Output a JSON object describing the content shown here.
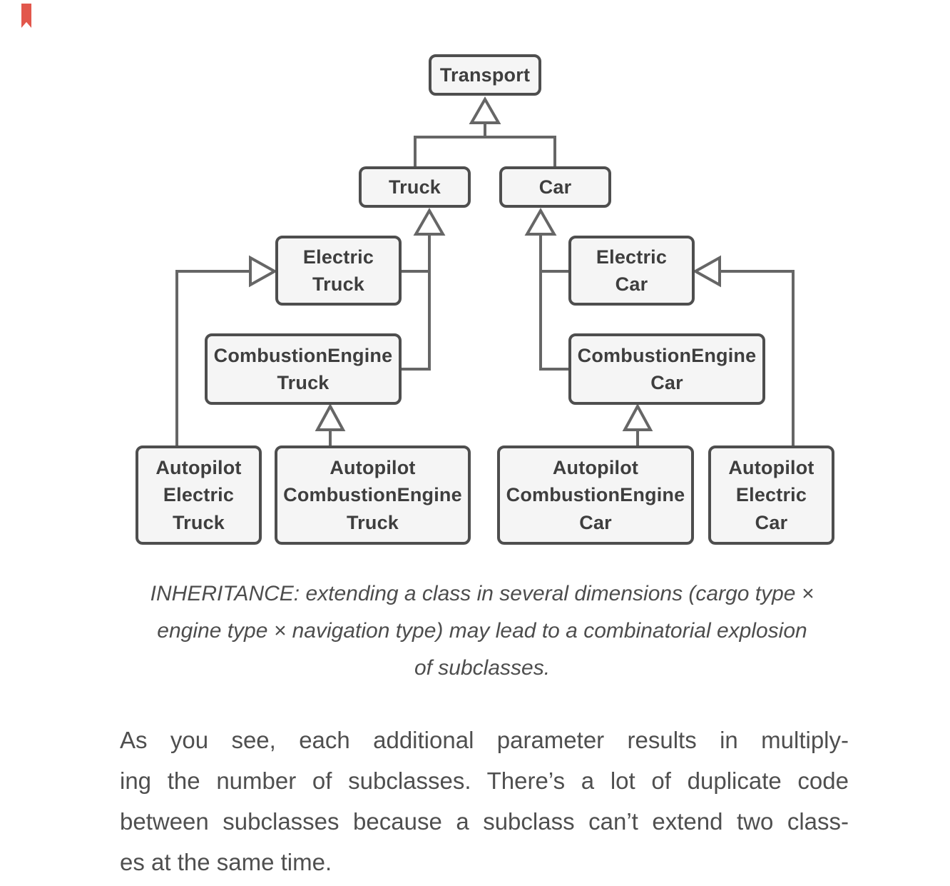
{
  "page": {
    "bookmark_icon": "bookmark-ribbon",
    "accent_color": "#e2574c",
    "background_color": "#ffffff"
  },
  "diagram": {
    "type": "uml-class-inheritance",
    "colors": {
      "box_fill": "#f5f5f5",
      "box_border": "#4e4e4e",
      "box_text": "#3e3e3e",
      "connector_line": "#666666"
    },
    "nodes": {
      "transport": {
        "label": "Transport"
      },
      "truck": {
        "label": "Truck"
      },
      "car": {
        "label": "Car"
      },
      "electric_truck": {
        "label": "Electric\nTruck"
      },
      "electric_car": {
        "label": "Electric\nCar"
      },
      "combustion_truck": {
        "label": "CombustionEngine\nTruck"
      },
      "combustion_car": {
        "label": "CombustionEngine\nCar"
      },
      "autopilot_electric_truck": {
        "label": "Autopilot\nElectric\nTruck"
      },
      "autopilot_combustion_truck": {
        "label": "Autopilot\nCombustionEngine\nTruck"
      },
      "autopilot_combustion_car": {
        "label": "Autopilot\nCombustionEngine\nCar"
      },
      "autopilot_electric_car": {
        "label": "Autopilot\nElectric\nCar"
      }
    },
    "edges": [
      {
        "from": "Truck",
        "to": "Transport",
        "type": "inheritance"
      },
      {
        "from": "Car",
        "to": "Transport",
        "type": "inheritance"
      },
      {
        "from": "Electric Truck",
        "to": "Truck",
        "type": "inheritance"
      },
      {
        "from": "CombustionEngine Truck",
        "to": "Truck",
        "type": "inheritance"
      },
      {
        "from": "Electric Car",
        "to": "Car",
        "type": "inheritance"
      },
      {
        "from": "CombustionEngine Car",
        "to": "Car",
        "type": "inheritance"
      },
      {
        "from": "Autopilot Electric Truck",
        "to": "Electric Truck",
        "type": "inheritance"
      },
      {
        "from": "Autopilot CombustionEngine Truck",
        "to": "CombustionEngine Truck",
        "type": "inheritance"
      },
      {
        "from": "Autopilot CombustionEngine Car",
        "to": "CombustionEngine Car",
        "type": "inheritance"
      },
      {
        "from": "Autopilot Electric Car",
        "to": "Electric Car",
        "type": "inheritance"
      }
    ]
  },
  "caption": {
    "lines": [
      "INHERITANCE: extending a class in several dimensions (cargo type ×",
      "engine type × navigation type) may lead to a combinatorial explosion",
      "of subclasses."
    ]
  },
  "body": {
    "lines": [
      "As you see, each additional parameter results in multiply-",
      "ing the number of subclasses. There’s a lot of duplicate code",
      "between subclasses because a subclass can’t extend two class-",
      "es at the same time."
    ]
  }
}
